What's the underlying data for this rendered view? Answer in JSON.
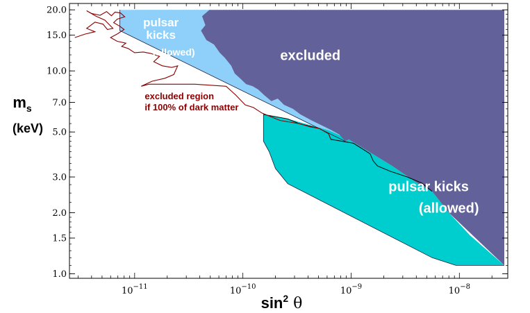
{
  "chart_data": {
    "type": "area",
    "x_scale": "log",
    "y_scale": "log",
    "xlim": [
      2.5e-12,
      2.8e-08
    ],
    "ylim": [
      0.95,
      21.5
    ],
    "xlabel": {
      "text": "sin",
      "sup": "2",
      "tail": " θ"
    },
    "ylabel": {
      "line1_main": "m",
      "line1_sub": "s",
      "line2": "(keV)"
    },
    "x_ticks": [
      {
        "value": 1e-11,
        "label_base": "10",
        "label_exp": "−11"
      },
      {
        "value": 1e-10,
        "label_base": "10",
        "label_exp": "−10"
      },
      {
        "value": 1e-09,
        "label_base": "10",
        "label_exp": "−9"
      },
      {
        "value": 1e-08,
        "label_base": "10",
        "label_exp": "−8"
      }
    ],
    "y_ticks": [
      {
        "value": 1.0,
        "label": "1.0"
      },
      {
        "value": 1.5,
        "label": "1.5"
      },
      {
        "value": 2.0,
        "label": "2.0"
      },
      {
        "value": 3.0,
        "label": "3.0"
      },
      {
        "value": 5.0,
        "label": "5.0"
      },
      {
        "value": 7.0,
        "label": "7.0"
      },
      {
        "value": 10.0,
        "label": "10.0"
      },
      {
        "value": 15.0,
        "label": "15.0"
      },
      {
        "value": 20.0,
        "label": "20.0"
      }
    ],
    "colors": {
      "excluded": "#62619a",
      "pulsar_upper": "#8fd0fa",
      "pulsar_lower": "#00cdcd",
      "dark_matter_line": "#8b0000",
      "label_text": "#ffffff",
      "dm_label_text": "#8b0000"
    },
    "regions": [
      {
        "id": "pulsar-kicks-upper",
        "points": [
          [
            7.3e-12,
            20
          ],
          [
            1e-11,
            20
          ],
          [
            1.4e-11,
            19.2
          ],
          [
            1.7e-11,
            18.8
          ],
          [
            2e-11,
            19.6
          ],
          [
            2.3e-11,
            19.2
          ],
          [
            2.7e-11,
            18.2
          ],
          [
            3.1e-11,
            17.8
          ],
          [
            3.5e-11,
            18.5
          ],
          [
            4e-11,
            18
          ],
          [
            4.4e-11,
            19
          ],
          [
            4.9e-11,
            20
          ],
          [
            7.3e-12,
            20
          ]
        ]
      },
      {
        "id": "pulsar-kicks-upper-body",
        "points": [
          [
            7.3e-12,
            20
          ],
          [
            4.9e-11,
            20
          ],
          [
            4.2e-11,
            18.6
          ],
          [
            4.5e-11,
            16.8
          ],
          [
            4.1e-11,
            15.8
          ],
          [
            4.6e-11,
            14.2
          ],
          [
            5.4e-11,
            13.5
          ],
          [
            6.1e-11,
            12.3
          ],
          [
            6.8e-11,
            11.6
          ],
          [
            7.8e-11,
            10.6
          ],
          [
            8.4e-11,
            9.7
          ],
          [
            9.6e-11,
            9.1
          ],
          [
            1.07e-10,
            8.6
          ],
          [
            1.23e-10,
            8.4
          ],
          [
            1.38e-10,
            8.1
          ],
          [
            1.57e-10,
            7.6
          ],
          [
            1.83e-10,
            7.1
          ],
          [
            2.1e-10,
            7.3
          ],
          [
            2.4e-10,
            6.8
          ],
          [
            2.9e-10,
            6.5
          ],
          [
            3.4e-10,
            6.1
          ],
          [
            4.3e-10,
            5.7
          ],
          [
            5.3e-10,
            5.4
          ],
          [
            6.6e-10,
            5.1
          ],
          [
            7.8e-10,
            4.85
          ],
          [
            8.8e-10,
            4.5
          ],
          [
            7.3e-12,
            15.8
          ]
        ]
      },
      {
        "id": "pulsar-kicks-lower",
        "points": [
          [
            1.55e-10,
            6.1
          ],
          [
            2.6e-10,
            5.8
          ],
          [
            6.2e-10,
            5.1
          ],
          [
            9.5e-10,
            4.6
          ],
          [
            2.4e-09,
            3.4
          ],
          [
            4.5e-09,
            2.7
          ],
          [
            5.6e-09,
            2.55
          ],
          [
            8e-09,
            2.0
          ],
          [
            1.25e-08,
            1.55
          ],
          [
            2.6e-08,
            1.1
          ],
          [
            9.3e-09,
            1.1
          ],
          [
            5.6e-09,
            1.2
          ],
          [
            2.6e-10,
            2.78
          ],
          [
            2e-10,
            3.3
          ],
          [
            1.75e-10,
            4.0
          ],
          [
            1.55e-10,
            4.5
          ]
        ]
      },
      {
        "id": "excluded-region",
        "points": [
          [
            4.9e-11,
            20
          ],
          [
            2.6e-08,
            20
          ],
          [
            2.6e-08,
            1.1
          ],
          [
            8e-09,
            2.0
          ],
          [
            5.6e-09,
            2.55
          ],
          [
            4.5e-09,
            2.7
          ],
          [
            2.4e-09,
            3.4
          ],
          [
            9.5e-10,
            4.6
          ],
          [
            8.8e-10,
            4.5
          ],
          [
            7.8e-10,
            4.85
          ],
          [
            6.6e-10,
            5.1
          ],
          [
            5.3e-10,
            5.4
          ],
          [
            4.3e-10,
            5.7
          ],
          [
            3.4e-10,
            6.1
          ],
          [
            2.9e-10,
            6.5
          ],
          [
            2.4e-10,
            6.8
          ],
          [
            2.1e-10,
            7.3
          ],
          [
            1.83e-10,
            7.1
          ],
          [
            1.57e-10,
            7.6
          ],
          [
            1.38e-10,
            8.1
          ],
          [
            1.23e-10,
            8.4
          ],
          [
            1.07e-10,
            8.6
          ],
          [
            9.6e-11,
            9.1
          ],
          [
            8.4e-11,
            9.7
          ],
          [
            7.8e-11,
            10.6
          ],
          [
            6.8e-11,
            11.6
          ],
          [
            6.1e-11,
            12.3
          ],
          [
            5.4e-11,
            13.5
          ],
          [
            4.6e-11,
            14.2
          ],
          [
            4.1e-11,
            15.8
          ],
          [
            4.5e-11,
            16.8
          ],
          [
            4.2e-11,
            18.6
          ]
        ]
      }
    ],
    "boundary_lines": [
      {
        "id": "upper-pulsar-lower-edge",
        "points": [
          [
            7.3e-12,
            20
          ],
          [
            7.3e-12,
            15.8
          ],
          [
            8.8e-10,
            4.5
          ]
        ]
      },
      {
        "id": "lower-pulsar-edge",
        "points": [
          [
            1.55e-10,
            6.1
          ],
          [
            1.55e-10,
            4.5
          ],
          [
            1.75e-10,
            4.0
          ],
          [
            2e-10,
            3.3
          ],
          [
            2.6e-10,
            2.78
          ],
          [
            5.6e-09,
            1.2
          ],
          [
            9.3e-09,
            1.1
          ],
          [
            2.6e-08,
            1.1
          ]
        ]
      },
      {
        "id": "inner-black-line",
        "points": [
          [
            1.55e-10,
            6.1
          ],
          [
            2.6e-10,
            5.8
          ],
          [
            3.3e-10,
            5.5
          ],
          [
            5.1e-10,
            5.2
          ],
          [
            6.2e-10,
            4.9
          ],
          [
            6.5e-10,
            4.6
          ],
          [
            1.05e-09,
            4.4
          ],
          [
            1.3e-09,
            4.1
          ],
          [
            1.5e-09,
            3.9
          ],
          [
            1.6e-09,
            3.6
          ],
          [
            1.75e-09,
            3.4
          ],
          [
            2.3e-09,
            3.2
          ],
          [
            3.3e-09,
            3.0
          ],
          [
            4.5e-09,
            2.8
          ],
          [
            5.6e-09,
            2.55
          ]
        ]
      }
    ],
    "dark_matter_line": {
      "points": [
        [
          2.8e-12,
          14.6
        ],
        [
          3.5e-12,
          15.2
        ],
        [
          4.3e-12,
          15.6
        ],
        [
          3.6e-12,
          16.2
        ],
        [
          4.3e-12,
          17.4
        ],
        [
          5.1e-12,
          17.0
        ],
        [
          5.6e-12,
          16.0
        ],
        [
          6.3e-12,
          16.2
        ],
        [
          5.3e-12,
          17.8
        ],
        [
          4.4e-12,
          18.6
        ],
        [
          3.6e-12,
          19.8
        ],
        [
          4e-12,
          19.2
        ],
        [
          4.8e-12,
          18.8
        ],
        [
          5.5e-12,
          19.6
        ],
        [
          6.1e-12,
          18.7
        ],
        [
          6.6e-12,
          19.5
        ],
        [
          7.4e-12,
          19.3
        ],
        [
          8.1e-12,
          18.5
        ],
        [
          6.9e-12,
          18.0
        ],
        [
          6.4e-12,
          17.3
        ],
        [
          7.3e-12,
          16.6
        ],
        [
          8e-12,
          16.0
        ],
        [
          6.9e-12,
          15.2
        ],
        [
          6e-12,
          14.6
        ],
        [
          6.9e-12,
          14.0
        ],
        [
          8.3e-12,
          13.7
        ],
        [
          7.6e-12,
          13.2
        ],
        [
          8.7e-12,
          12.9
        ],
        [
          1e-11,
          12.3
        ],
        [
          1.2e-11,
          12.4
        ],
        [
          1.4e-11,
          12.2
        ],
        [
          1.7e-11,
          11.8
        ],
        [
          1.5e-11,
          11.1
        ],
        [
          1.8e-11,
          10.6
        ],
        [
          2.2e-11,
          10.4
        ],
        [
          2.5e-11,
          10.6
        ],
        [
          2.3e-11,
          9.6
        ],
        [
          1.9e-11,
          9.2
        ],
        [
          1.45e-11,
          8.9
        ],
        [
          1.15e-11,
          8.4
        ],
        [
          1.35e-11,
          8.6
        ],
        [
          2.1e-11,
          8.6
        ],
        [
          2.6e-11,
          8.6
        ],
        [
          3.6e-11,
          8.6
        ],
        [
          7e-11,
          8.4
        ],
        [
          8.6e-11,
          7.6
        ],
        [
          1.05e-10,
          6.8
        ],
        [
          1.25e-10,
          6.6
        ],
        [
          1.5e-10,
          6.2
        ],
        [
          2.2e-10,
          5.7
        ],
        [
          3.3e-10,
          5.5
        ],
        [
          4.2e-10,
          5.3
        ],
        [
          5.1e-10,
          5.2
        ],
        [
          6.2e-10,
          4.9
        ],
        [
          6.5e-10,
          4.6
        ]
      ]
    },
    "annotations": {
      "excluded": {
        "text": "excluded",
        "x": 4.2e-10,
        "y": 11.3,
        "size": 20
      },
      "pulsar_upper_1": {
        "text": "pulsar",
        "x": 1.75e-11,
        "y": 16.6,
        "size": 17
      },
      "pulsar_upper_2": {
        "text": "kicks",
        "x": 1.75e-11,
        "y": 14.4,
        "size": 17
      },
      "pulsar_upper_3": {
        "text": "(allowed)",
        "x": 2.3e-11,
        "y": 11.9,
        "size": 14
      },
      "pulsar_lower_1": {
        "text": "pulsar kicks",
        "x": 5.2e-09,
        "y": 2.55,
        "size": 20
      },
      "pulsar_lower_2": {
        "text": "(allowed)",
        "x": 8e-09,
        "y": 2.0,
        "size": 20
      },
      "dm_1": {
        "text": "excluded region",
        "x": 1.24e-11,
        "y": 7.25
      },
      "dm_2": {
        "text": "if 100% of dark matter",
        "x": 1.24e-11,
        "y": 6.4
      }
    }
  }
}
